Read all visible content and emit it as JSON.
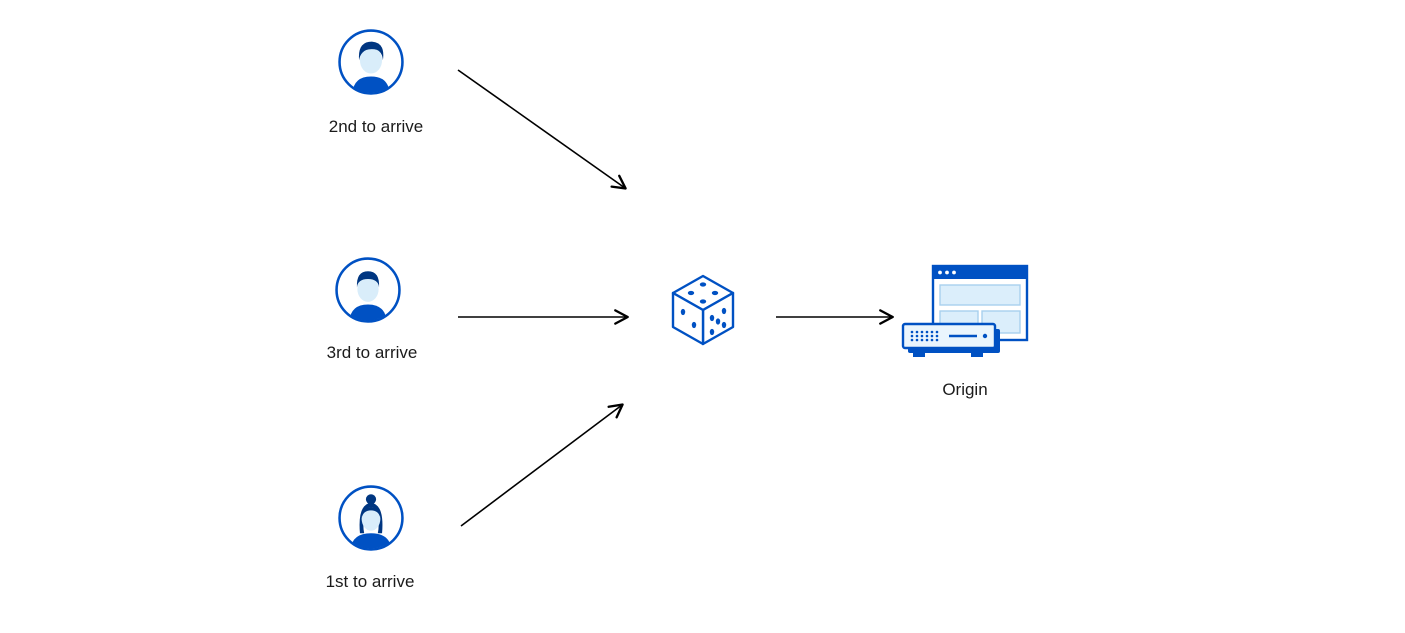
{
  "diagram": {
    "title": "",
    "nodes": {
      "visitor_2nd": {
        "label": "2nd to arrive",
        "icon": "user-avatar-male-icon"
      },
      "visitor_3rd": {
        "label": "3rd to arrive",
        "icon": "user-avatar-male-icon"
      },
      "visitor_1st": {
        "label": "1st to arrive",
        "icon": "user-avatar-female-icon"
      },
      "random_selector": {
        "label": "",
        "icon": "dice-icon"
      },
      "origin": {
        "label": "Origin",
        "icon": "origin-server-icon"
      }
    },
    "edges": [
      {
        "from": "visitor_2nd",
        "to": "random_selector"
      },
      {
        "from": "visitor_3rd",
        "to": "random_selector"
      },
      {
        "from": "visitor_1st",
        "to": "random_selector"
      },
      {
        "from": "random_selector",
        "to": "origin"
      }
    ],
    "colors": {
      "primary_blue": "#0051c3",
      "dark_blue": "#003681",
      "light_blue_fill": "#d9edfa",
      "pale_blue_fill": "#eaf5fd",
      "arrow": "#000000",
      "background": "#ffffff",
      "text": "#1b1b1b"
    }
  }
}
